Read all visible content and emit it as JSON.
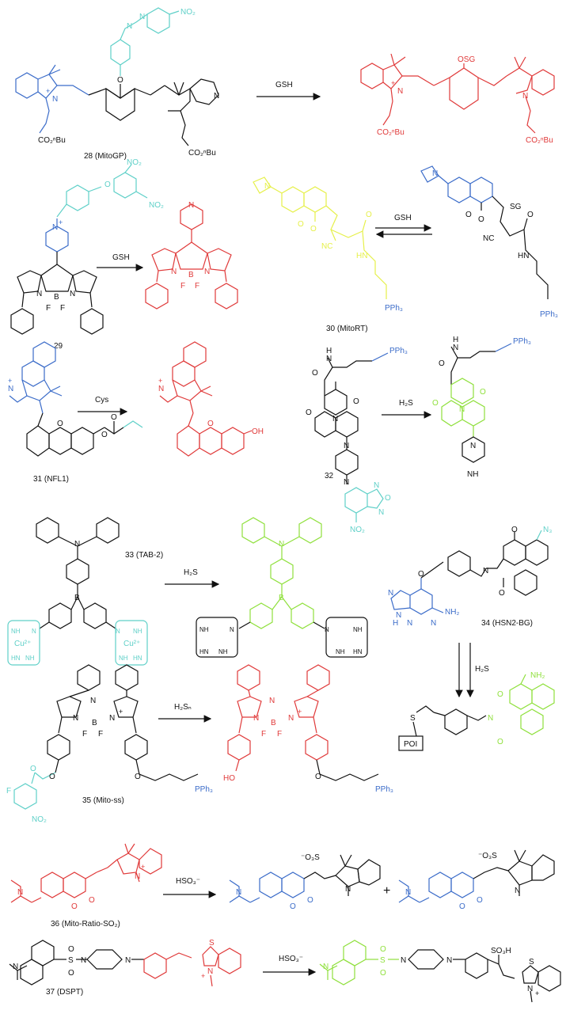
{
  "colors": {
    "black": "#111111",
    "blue": "#3b6cc9",
    "cyan": "#5fd0c8",
    "red": "#e03a3a",
    "green": "#8fe03c",
    "yellow": "#e6f04a"
  },
  "rows": [
    {
      "id": "row-1",
      "reagent": "GSH",
      "compound_label": "28 (MitoGP)",
      "reactant_texts": [
        "O",
        "N",
        "N",
        "NO₂",
        "N",
        "N",
        "+",
        "CO₂ⁿBu",
        "CO₂ⁿBu"
      ],
      "product_texts": [
        "OSG",
        "N",
        "N",
        "+",
        "CO₂ⁿBu",
        "CO₂ⁿBu"
      ]
    },
    {
      "id": "row-2",
      "left": {
        "reagent": "GSH",
        "compound_label": "29",
        "reactant_texts": [
          "O",
          "NO₂",
          "NO₂",
          "N",
          "+",
          "N",
          "N",
          "B",
          "F",
          "F"
        ],
        "product_texts": [
          "N",
          "N",
          "N",
          "B",
          "F",
          "F"
        ]
      },
      "right": {
        "reagent": "GSH",
        "compound_label": "30 (MitoRT)",
        "reactant_texts": [
          "N",
          "O",
          "O",
          "NC",
          "O",
          "HN",
          "PPh₃"
        ],
        "product_texts": [
          "N",
          "O",
          "O",
          "SG",
          "NC",
          "O",
          "HN",
          "PPh₃"
        ]
      }
    },
    {
      "id": "row-3",
      "left": {
        "reagent": "Cys",
        "compound_label": "31 (NFL1)",
        "reactant_texts": [
          "N",
          "+",
          "O",
          "O",
          "O"
        ],
        "product_texts": [
          "N",
          "+",
          "O",
          "OH"
        ]
      },
      "right": {
        "reagent": "H₂S",
        "compound_label": "32",
        "reactant_texts": [
          "H",
          "N",
          "PPh₃",
          "O",
          "O",
          "N",
          "O",
          "N",
          "N",
          "N",
          "O",
          "N",
          "NO₂"
        ],
        "product_texts": [
          "H",
          "N",
          "PPh₃",
          "O",
          "O",
          "N",
          "O",
          "N",
          "NH"
        ]
      }
    },
    {
      "id": "row-4",
      "left": {
        "reagent": "H₂S",
        "compound_label": "33 (TAB-2)",
        "reactant_texts": [
          "N",
          "B",
          "Cu²⁺",
          "Cu²⁺",
          "NH",
          "HN",
          "NH",
          "N",
          "NH",
          "HN",
          "NH",
          "N"
        ],
        "product_texts": [
          "N",
          "B",
          "NH",
          "HN",
          "NH",
          "N",
          "NH",
          "HN",
          "NH",
          "N"
        ]
      },
      "right": {
        "reagent": "H₂S",
        "compound_label": "34 (HSN2-BG)",
        "reactant_texts": [
          "N₃",
          "O",
          "N",
          "O",
          "O",
          "N",
          "N",
          "N",
          "N",
          "H",
          "NH₂"
        ],
        "product_texts": [
          "NH₂",
          "O",
          "N",
          "O",
          "S",
          "POI"
        ]
      }
    },
    {
      "id": "row-5",
      "reagent": "H₂Sₙ",
      "compound_label": "35 (Mito-ss)",
      "reactant_texts": [
        "N",
        "N",
        "N",
        "B",
        "F",
        "F",
        "+",
        "O",
        "O",
        "O",
        "F",
        "NO₂",
        "PPh₃"
      ],
      "product_texts": [
        "N",
        "N",
        "N",
        "B",
        "F",
        "F",
        "+",
        "HO",
        "O",
        "PPh₃"
      ]
    },
    {
      "id": "row-6",
      "reagent": "HSO₃⁻",
      "compound_label": "36 (Mito-Ratio-SO₂)",
      "reactant_texts": [
        "N",
        "O",
        "O",
        "N",
        "+"
      ],
      "product1_texts": [
        "⁻O₃S",
        "N",
        "O",
        "O",
        "N"
      ],
      "plus": "+",
      "product2_texts": [
        "⁻O₃S",
        "N",
        "O",
        "O",
        "N"
      ]
    },
    {
      "id": "row-7",
      "reagent": "HSO₃⁻",
      "compound_label": "37 (DSPT)",
      "reactant_texts": [
        "N",
        "S",
        "O",
        "O",
        "N",
        "N",
        "S",
        "N",
        "+"
      ],
      "product_texts": [
        "N",
        "S",
        "O",
        "O",
        "N",
        "N",
        "SO₃H",
        "S",
        "N",
        "+"
      ]
    }
  ]
}
